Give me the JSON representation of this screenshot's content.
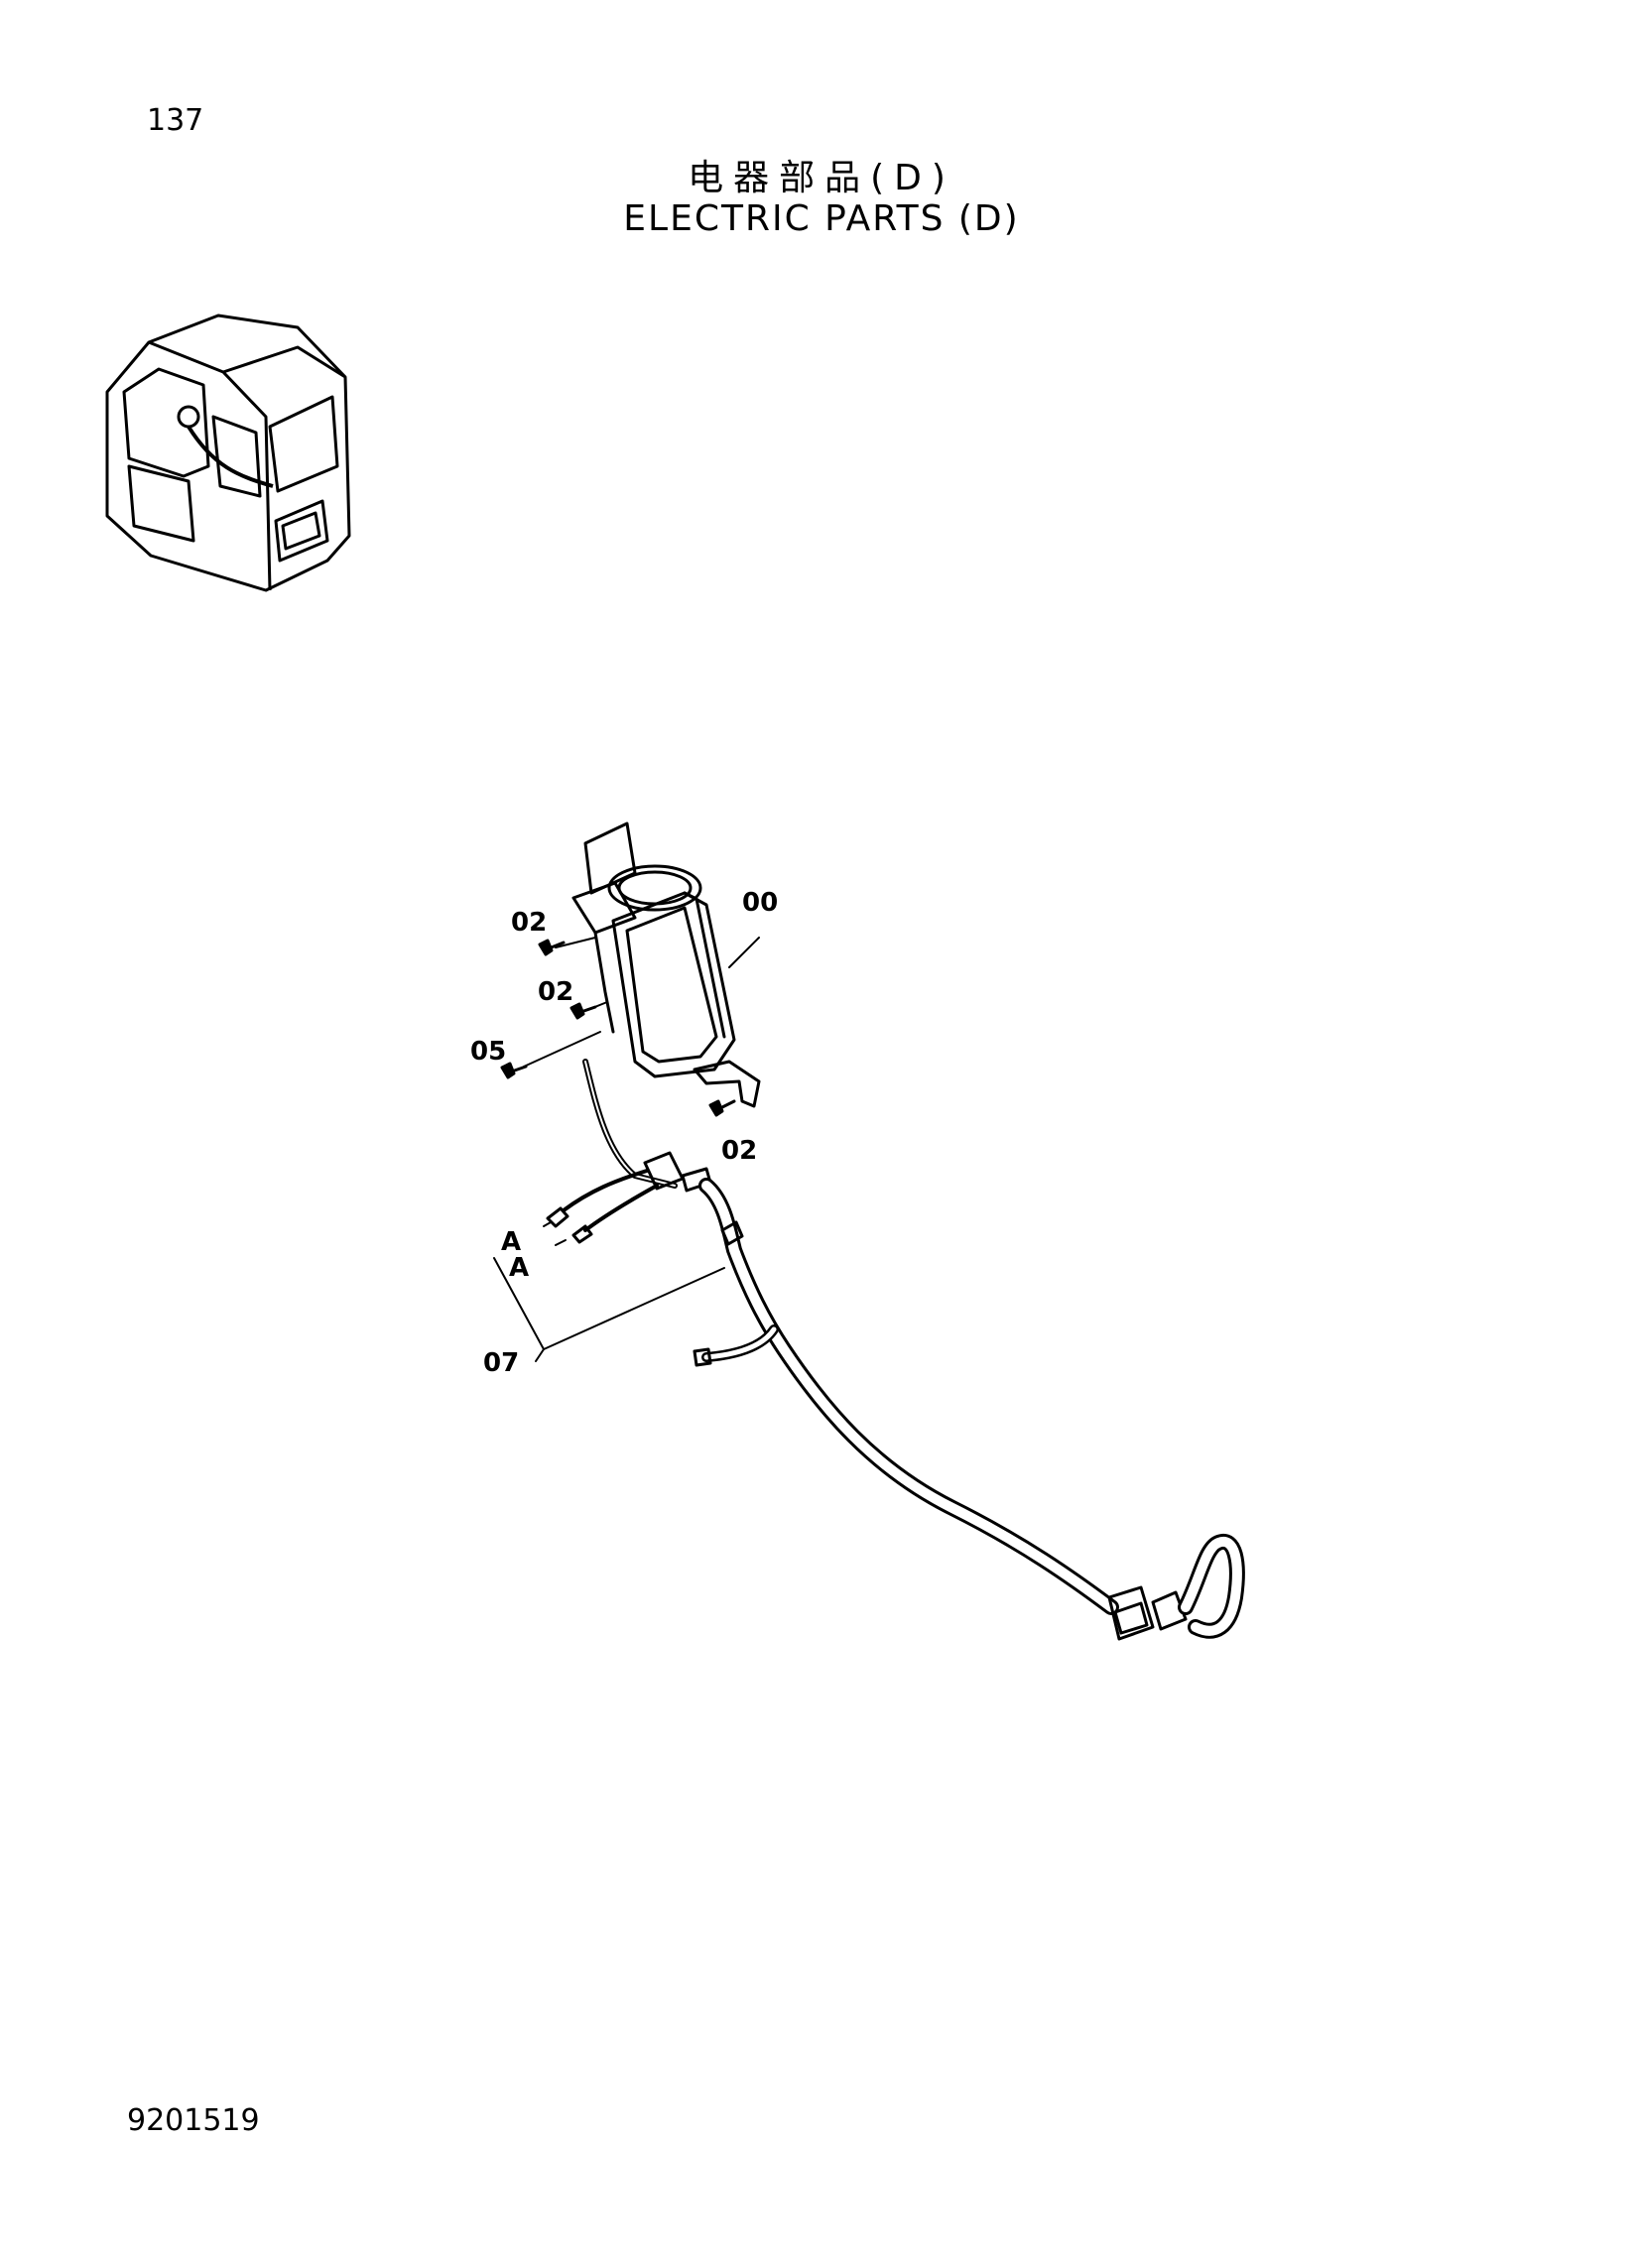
{
  "header": {
    "page_number": "137",
    "title_cn": "电器部品(D)",
    "title_en": "ELECTRIC PARTS (D)"
  },
  "callouts": {
    "c00": "00",
    "c02a": "02",
    "c02b": "02",
    "c02c": "02",
    "c05": "05",
    "c07": "07",
    "cA1": "A",
    "cA2": "A"
  },
  "footer": {
    "doc_number": "9201519"
  }
}
